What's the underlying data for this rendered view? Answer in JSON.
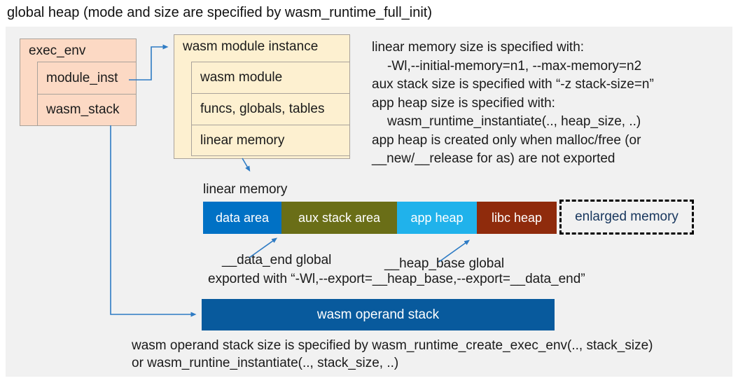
{
  "title": "global heap (mode and size are specified by wasm_runtime_full_init)",
  "exec_env_box": {
    "header": "exec_env",
    "rows": [
      {
        "label": "module_inst"
      },
      {
        "label": "wasm_stack"
      }
    ]
  },
  "module_instance_box": {
    "header": "wasm module instance",
    "rows": [
      {
        "label": "wasm module"
      },
      {
        "label": "funcs, globals, tables"
      },
      {
        "label": "linear memory"
      }
    ]
  },
  "notes_top": {
    "lines": [
      {
        "text": "linear memory size is specified with:"
      },
      {
        "text": "-Wl,--initial-memory=n1, --max-memory=n2"
      },
      {
        "text": "aux stack size is specified with “-z stack-size=n”"
      },
      {
        "text": "app heap size is specified with:"
      },
      {
        "text": "wasm_runtime_instantiate(.., heap_size, ..)"
      },
      {
        "text": "app heap is created only when malloc/free (or"
      },
      {
        "text": "__new/__release for as) are not exported"
      }
    ]
  },
  "linear_memory_label": "linear memory",
  "memory_bar": {
    "segments": [
      {
        "label": "data area",
        "color": "#0071c5"
      },
      {
        "label": "aux stack area",
        "color": "#6a6e17"
      },
      {
        "label": "app heap",
        "color": "#20b2eb"
      },
      {
        "label": "libc heap",
        "color": "#8f2b0c"
      }
    ],
    "enlarged": {
      "label": "enlarged memory",
      "text_color": "#17365d"
    }
  },
  "annotations": {
    "data_end": "__data_end global",
    "heap_base": "__heap_base global",
    "exported": "exported with “-Wl,--export=__heap_base,--export=__data_end”"
  },
  "operand_stack": {
    "label": "wasm operand stack",
    "color": "#085a9d"
  },
  "notes_bottom": {
    "lines": [
      {
        "text": "wasm operand stack size is specified by wasm_runtime_create_exec_env(.., stack_size)"
      },
      {
        "text": "or wasm_runtine_instantiate(.., stack_size, ..)"
      }
    ]
  },
  "colors": {
    "background_panel": "#f1f1f1",
    "exec_env_fill": "#fcd9c4",
    "module_instance_fill": "#fdf0d0",
    "connector": "#2e7bc4",
    "box_border": "#a9a29b"
  }
}
